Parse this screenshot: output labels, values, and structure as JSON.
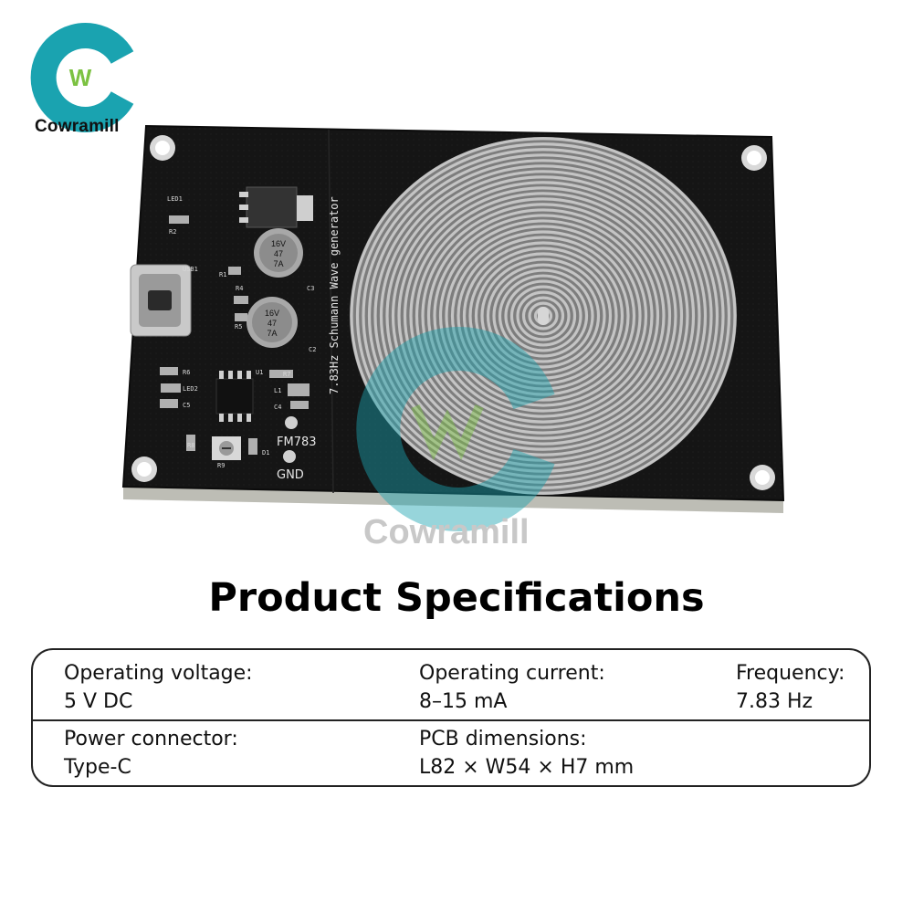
{
  "brand": {
    "name": "Cowramill",
    "logo_mark": "W",
    "watermark": "Cowramill",
    "colors": {
      "teal": "#1aa3b0",
      "green": "#7cc242",
      "pcb": "#1a1a1a",
      "coil": "#b4b4b4"
    }
  },
  "board": {
    "silkscreen_title": "7.83Hz Schumann Wave generator",
    "cap_label": [
      "7A",
      "47",
      "16V"
    ],
    "fm_label": "FM783",
    "gnd_label": "GND",
    "component_labels": [
      "LED1",
      "R2",
      "R1",
      "USB1",
      "R4",
      "R5",
      "C3",
      "C2",
      "R6",
      "LED2",
      "C5",
      "U1",
      "R7",
      "L1",
      "C4",
      "R8",
      "R9",
      "D1"
    ]
  },
  "title": "Product Specifications",
  "specs": {
    "voltage_label": "Operating voltage:",
    "voltage_value": "5 V DC",
    "current_label": "Operating current:",
    "current_value": "8–15 mA",
    "frequency_label": "Frequency:",
    "frequency_value": "7.83 Hz",
    "connector_label": "Power connector:",
    "connector_value": "Type-C",
    "dimensions_label": "PCB dimensions:",
    "dimensions_value": "L82 × W54 × H7 mm"
  }
}
